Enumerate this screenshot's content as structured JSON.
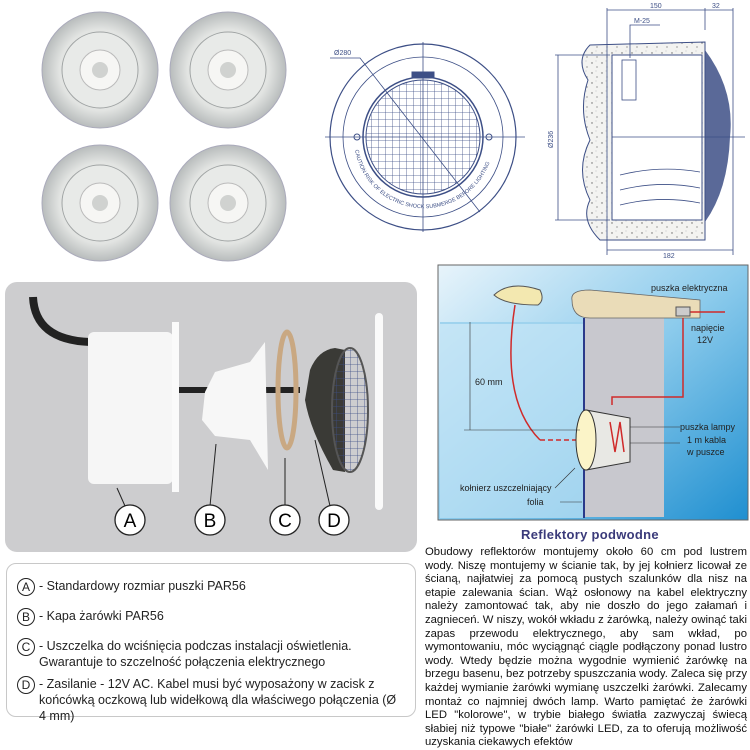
{
  "top_drawings": {
    "front_view": {
      "diameter_label": "Ø280",
      "ring_text": "CAUTION RISK OF ELECTRIC SHOCK SUBMERGE BEFORE LIGHTING"
    },
    "section_view": {
      "width_label": "150",
      "depth_label": "32",
      "total_label": "182",
      "height_label": "Ø236",
      "thread_label": "M-25"
    }
  },
  "exploded_view": {
    "markers": [
      "A",
      "B",
      "C",
      "D"
    ],
    "colors": {
      "panel": "#cdcdcf",
      "gasket": "#c9a882",
      "lamp": "#3a3a36"
    }
  },
  "legend": {
    "items": [
      {
        "marker": "A",
        "text": "- Standardowy rozmiar puszki PAR56"
      },
      {
        "marker": "B",
        "text": "- Kapa żarówki PAR56"
      },
      {
        "marker": "C",
        "text": "- Uszczelka do wciśnięcia podczas instalacji oświetlenia. Gwarantuje to szczelność połączenia elektrycznego"
      },
      {
        "marker": "D",
        "text": "- Zasilanie - 12V AC. Kabel musi być wyposażony w zacisk z końcówką oczkową lub widełkową dla właściwego połączenia (Ø 4 mm)"
      }
    ]
  },
  "install_diagram": {
    "labels": {
      "junction_box": "puszka elektryczna",
      "voltage_1": "napięcie",
      "voltage_2": "12V",
      "depth": "60 mm",
      "lamp_box": "puszka lampy",
      "cable_1": "1 m kabla",
      "cable_2": "w puszce",
      "flange": "kołnierz uszczelniający",
      "foil": "folia"
    },
    "colors": {
      "water": "#3aa0d8",
      "cable": "#d02a2a"
    }
  },
  "article": {
    "title": "Reflektory podwodne",
    "body": "Obudowy reflektorów montujemy około 60 cm pod lustrem wody. Niszę montujemy w ścianie tak, by jej kołnierz licował ze ścianą, najłatwiej za pomocą pustych szalunków dla nisz na etapie zalewania ścian. Wąż osłonowy na kabel elektryczny należy zamontować tak, aby nie doszło do jego załamań i zagnieceń. W niszy, wokół wkładu z żarówką, należy owinąć taki zapas przewodu elektrycznego, aby sam wkład, po wymontowaniu, móc wyciągnąć ciągle podłączony ponad lustro wody. Wtedy będzie można wygodnie wymienić żarówkę na brzegu basenu, bez potrzeby spuszczania wody. Zaleca się przy każdej wymianie żarówki wymianę uszczelki żarówki. Zalecamy montaż co najmniej dwóch lamp. Warto pamiętać że żarówki LED \"kolorowe\", w trybie białego światła zazwyczaj świecą słabiej niż typowe \"białe\" żarówki LED, za to oferują możliwość uzyskania ciekawych efektów"
  }
}
